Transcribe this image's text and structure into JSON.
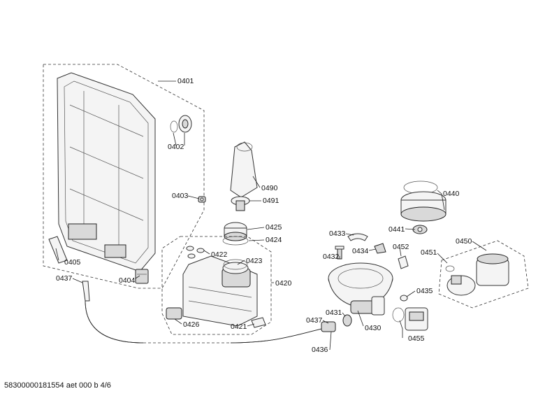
{
  "labels": {
    "p0401": "0401",
    "p0402": "0402",
    "p0403": "0403",
    "p0404": "0404",
    "p0405": "0405",
    "p0437a": "0437",
    "p0490": "0490",
    "p0491": "0491",
    "p0425": "0425",
    "p0424": "0424",
    "p0422": "0422",
    "p0423": "0423",
    "p0420": "0420",
    "p0426": "0426",
    "p0421": "0421",
    "p0433": "0433",
    "p0432": "0432",
    "p0434": "0434",
    "p0452": "0452",
    "p0441": "0441",
    "p0440": "0440",
    "p0451": "0451",
    "p0450": "0450",
    "p0435": "0435",
    "p0431": "0431",
    "p0437b": "0437",
    "p0430": "0430",
    "p0436": "0436",
    "p0455": "0455"
  },
  "footer": {
    "doc_id": "58300000181554 aet 000 b 4/6"
  }
}
